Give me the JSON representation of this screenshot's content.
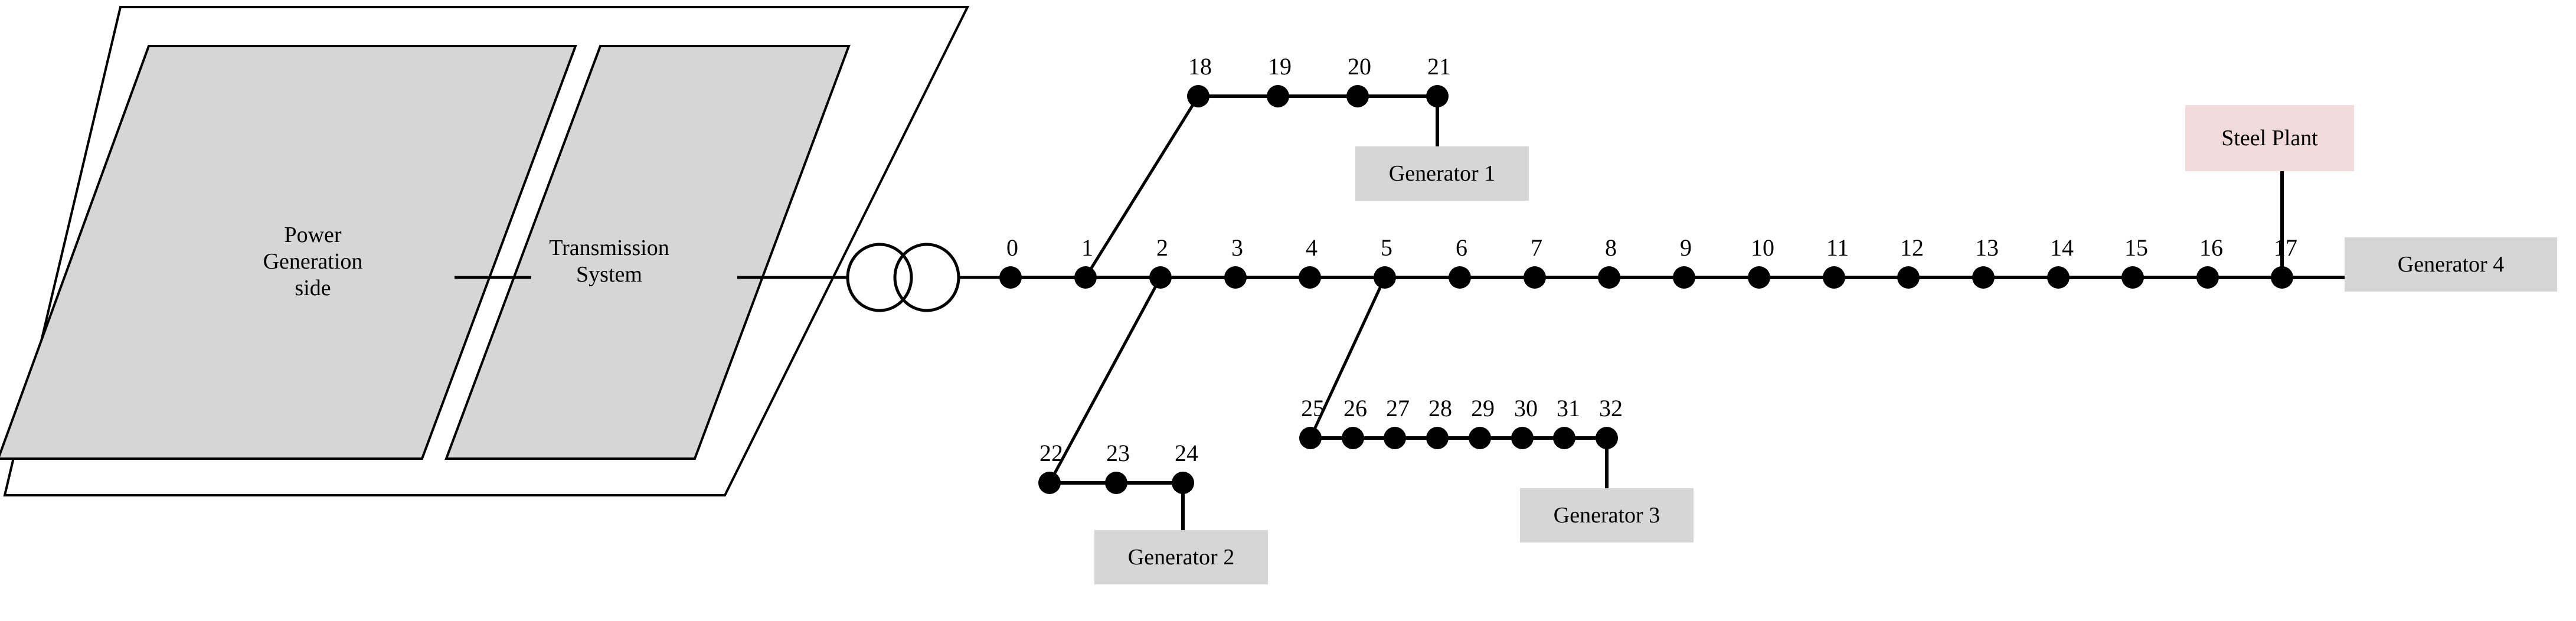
{
  "diagram": {
    "title": "Power system single-line diagram with transmission buses and generators",
    "colors": {
      "line": "#000000",
      "node": "#000000",
      "zone_fill": "#d6d6d6",
      "zone_stroke": "#000000",
      "generator_box_fill": "#d6d6d6",
      "steel_plant_box_fill": "#f0dada",
      "background": "#ffffff"
    },
    "zones": [
      {
        "id": "power-generation-side",
        "label": "Power\nGeneration\nside",
        "line1": "Power",
        "line2": "Generation",
        "line3": "side"
      },
      {
        "id": "transmission-system",
        "label": "Transmission\nSystem",
        "line1": "Transmission",
        "line2": "System"
      }
    ],
    "transformer": {
      "name": "transformer-symbol",
      "windings": 2
    },
    "boxes": [
      {
        "id": "generator-1",
        "label": "Generator 1",
        "fill": "#d6d6d6",
        "attached_to_node": "21"
      },
      {
        "id": "generator-2",
        "label": "Generator 2",
        "fill": "#d6d6d6",
        "attached_to_node": "24"
      },
      {
        "id": "generator-3",
        "label": "Generator 3",
        "fill": "#d6d6d6",
        "attached_to_node": "32"
      },
      {
        "id": "generator-4",
        "label": "Generator 4",
        "fill": "#d6d6d6",
        "attached_to_node": "17"
      },
      {
        "id": "steel-plant",
        "label": "Steel Plant",
        "fill": "#f0dada",
        "attached_to_node": "17"
      }
    ],
    "feeders": [
      {
        "id": "main-bus",
        "nodes": [
          "0",
          "1",
          "2",
          "3",
          "4",
          "5",
          "6",
          "7",
          "8",
          "9",
          "10",
          "11",
          "12",
          "13",
          "14",
          "15",
          "16",
          "17"
        ]
      },
      {
        "id": "upper-branch",
        "nodes": [
          "18",
          "19",
          "20",
          "21"
        ],
        "tap_node": "1"
      },
      {
        "id": "lower-left-branch",
        "nodes": [
          "22",
          "23",
          "24"
        ],
        "tap_node": "2"
      },
      {
        "id": "lower-right-branch",
        "nodes": [
          "25",
          "26",
          "27",
          "28",
          "29",
          "30",
          "31",
          "32"
        ],
        "tap_node": "5"
      }
    ],
    "node_labels": {
      "n0": "0",
      "n1": "1",
      "n2": "2",
      "n3": "3",
      "n4": "4",
      "n5": "5",
      "n6": "6",
      "n7": "7",
      "n8": "8",
      "n9": "9",
      "n10": "10",
      "n11": "11",
      "n12": "12",
      "n13": "13",
      "n14": "14",
      "n15": "15",
      "n16": "16",
      "n17": "17",
      "n18": "18",
      "n19": "19",
      "n20": "20",
      "n21": "21",
      "n22": "22",
      "n23": "23",
      "n24": "24",
      "n25": "25",
      "n26": "26",
      "n27": "27",
      "n28": "28",
      "n29": "29",
      "n30": "30",
      "n31": "31",
      "n32": "32"
    }
  }
}
